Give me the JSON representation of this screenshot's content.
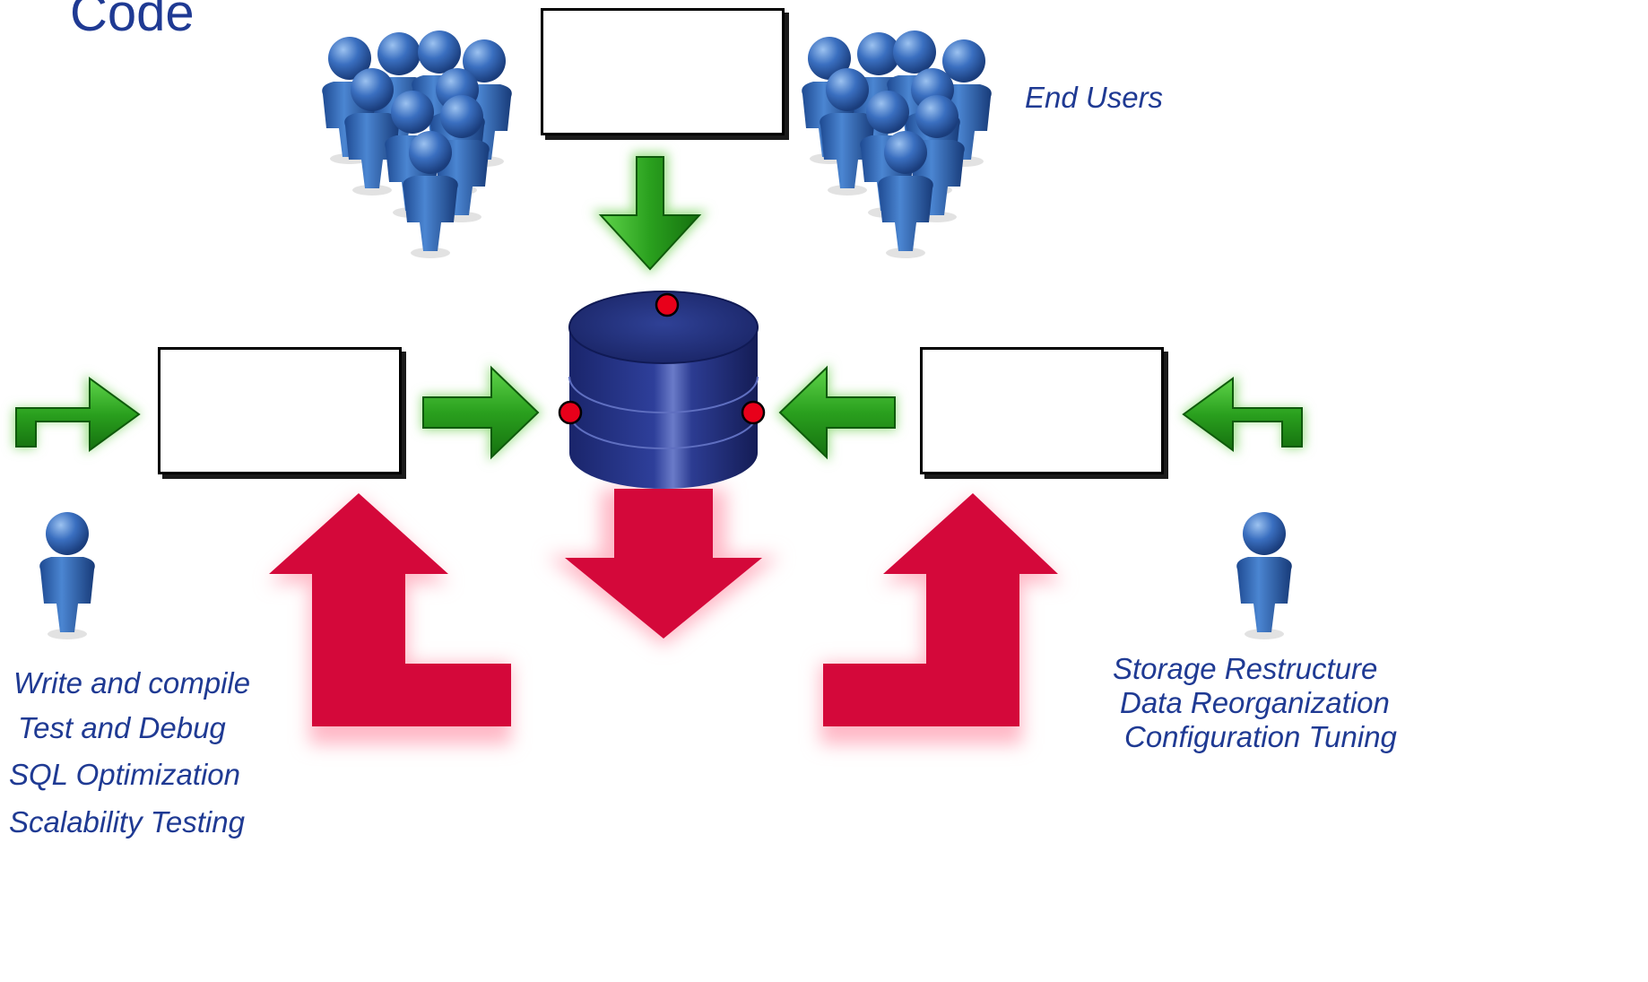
{
  "title": "Code",
  "end_users_label": "End Users",
  "developer_tasks": [
    "Write and compile",
    "Test and Debug",
    "SQL Optimization",
    "Scalability Testing"
  ],
  "dba_tasks": [
    "Storage Restructure",
    "Data Reorganization",
    "Configuration Tuning"
  ],
  "colors": {
    "text": "#1f3a93",
    "green_arrow": "#2e9e1e",
    "red_arrow": "#d4083a",
    "database": "#1c2a78",
    "person": "#2a5aa8",
    "dot": "#e8001a"
  },
  "icons": [
    "people-group-icon",
    "person-icon",
    "database-icon",
    "arrow-right-icon",
    "arrow-left-icon",
    "arrow-down-icon",
    "arrow-up-icon"
  ]
}
